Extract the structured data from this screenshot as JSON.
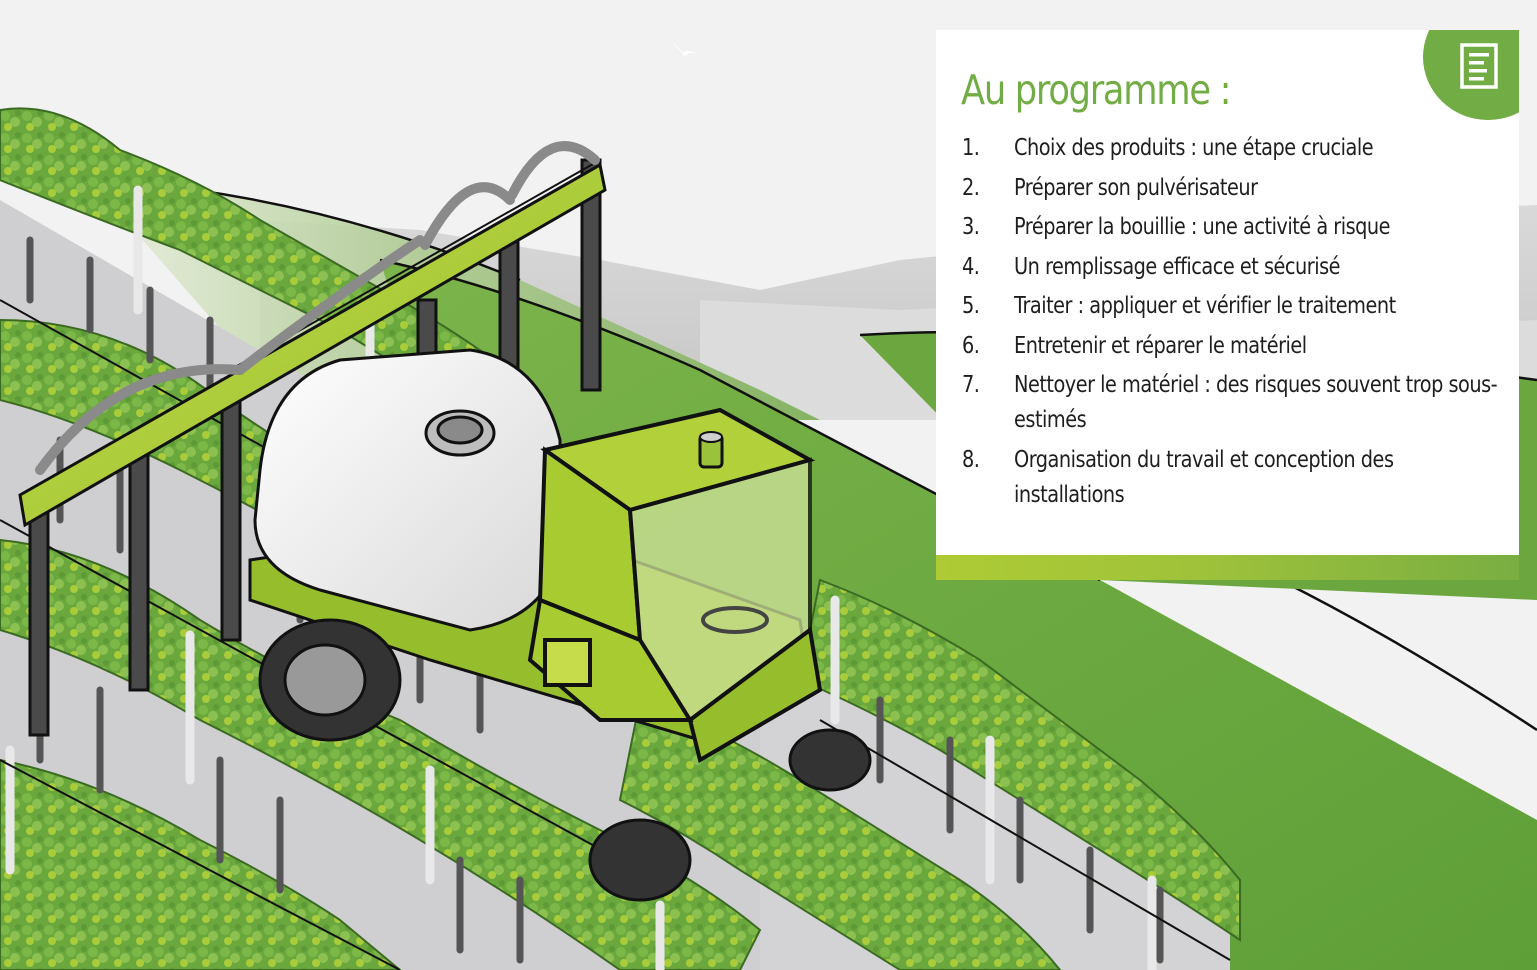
{
  "illustration": {
    "subject": "vineyard-sprayer-tractor",
    "colors": {
      "sky": "#f2f2f2",
      "hills_gray": "#d4d4d4",
      "field_green": "#6aa83e",
      "vine_green": "#73b443",
      "vine_light": "#a9cc3b",
      "machine_lime": "#a8cb32",
      "tank_white": "#f0f0f0",
      "ground_gray": "#cfcfd1"
    }
  },
  "card": {
    "title": "Au programme :",
    "badge_icon": "document-list-icon",
    "accent_color": "#72ac44",
    "bar_gradient": [
      "#aecb35",
      "#79ae42"
    ],
    "items": [
      {
        "num": "1.",
        "label": "Choix des produits : une étape cruciale"
      },
      {
        "num": "2.",
        "label": "Préparer son pulvérisateur"
      },
      {
        "num": "3.",
        "label": "Préparer la bouillie : une activité à risque"
      },
      {
        "num": "4.",
        "label": "Un remplissage efficace et sécurisé"
      },
      {
        "num": "5.",
        "label": "Traiter : appliquer et vérifier le traitement"
      },
      {
        "num": "6.",
        "label": "Entretenir et réparer le matériel"
      },
      {
        "num": "7.",
        "label": "Nettoyer le matériel : des risques souvent trop sous-estimés"
      },
      {
        "num": "8.",
        "label": "Organisation du travail et conception des installations"
      }
    ]
  }
}
